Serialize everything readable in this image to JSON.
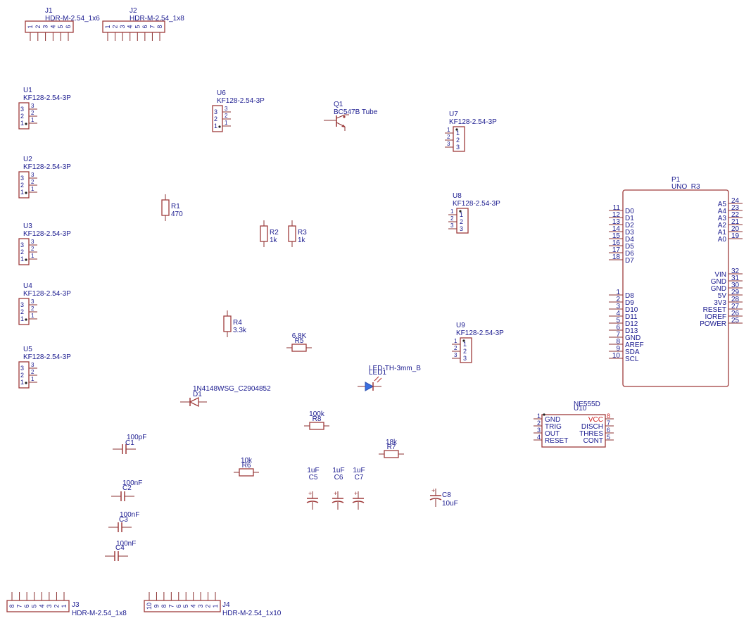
{
  "colors": {
    "body": "#9f3b3b",
    "pin": "#8b3030",
    "text": "#1b1b8f",
    "pin_number": "#a52a2a",
    "power_pin": "#cc2222",
    "led_fill": "#3a6fe0"
  },
  "headers": [
    {
      "ref": "J1",
      "value": "HDR-M-2.54_1x6",
      "pins": [
        "1",
        "2",
        "3",
        "4",
        "5",
        "6"
      ]
    },
    {
      "ref": "J2",
      "value": "HDR-M-2.54_1x8",
      "pins": [
        "1",
        "2",
        "3",
        "4",
        "5",
        "6",
        "7",
        "8"
      ]
    },
    {
      "ref": "J3",
      "value": "HDR-M-2.54_1x8",
      "pins": [
        "8",
        "7",
        "6",
        "5",
        "4",
        "3",
        "2",
        "1"
      ]
    },
    {
      "ref": "J4",
      "value": "HDR-M-2.54_1x10",
      "pins": [
        "10",
        "9",
        "8",
        "7",
        "6",
        "5",
        "4",
        "3",
        "2",
        "1"
      ]
    }
  ],
  "terminals": [
    {
      "ref": "U1",
      "value": "KF128-2.54-3P"
    },
    {
      "ref": "U2",
      "value": "KF128-2.54-3P"
    },
    {
      "ref": "U3",
      "value": "KF128-2.54-3P"
    },
    {
      "ref": "U4",
      "value": "KF128-2.54-3P"
    },
    {
      "ref": "U5",
      "value": "KF128-2.54-3P"
    },
    {
      "ref": "U6",
      "value": "KF128-2.54-3P"
    },
    {
      "ref": "U7",
      "value": "KF128-2.54-3P"
    },
    {
      "ref": "U8",
      "value": "KF128-2.54-3P"
    },
    {
      "ref": "U9",
      "value": "KF128-2.54-3P"
    }
  ],
  "terminal_pins": [
    "1",
    "2",
    "3"
  ],
  "resistors": [
    {
      "ref": "R1",
      "value": "470"
    },
    {
      "ref": "R2",
      "value": "1k"
    },
    {
      "ref": "R3",
      "value": "1k"
    },
    {
      "ref": "R4",
      "value": "3.3k"
    },
    {
      "ref": "R5",
      "value": "6.8K"
    },
    {
      "ref": "R6",
      "value": "10k"
    },
    {
      "ref": "R7",
      "value": "18k"
    },
    {
      "ref": "R8",
      "value": "100k"
    }
  ],
  "capacitors": [
    {
      "ref": "C1",
      "value": "100pF"
    },
    {
      "ref": "C2",
      "value": "100nF"
    },
    {
      "ref": "C3",
      "value": "100nF"
    },
    {
      "ref": "C4",
      "value": "100nF"
    },
    {
      "ref": "C5",
      "value": "1uF"
    },
    {
      "ref": "C6",
      "value": "1uF"
    },
    {
      "ref": "C7",
      "value": "1uF"
    },
    {
      "ref": "C8",
      "value": "10uF"
    }
  ],
  "transistor": {
    "ref": "Q1",
    "value": "BC547B Tube"
  },
  "diode": {
    "ref": "D1",
    "value": "1N4148WSG_C2904852"
  },
  "led": {
    "ref": "LED1",
    "value": "LED-TH-3mm_B"
  },
  "arduino": {
    "ref": "P1",
    "value": "UNO_R3",
    "left_top": [
      {
        "num": "11",
        "name": "D0"
      },
      {
        "num": "12",
        "name": "D1"
      },
      {
        "num": "13",
        "name": "D2"
      },
      {
        "num": "14",
        "name": "D3"
      },
      {
        "num": "15",
        "name": "D4"
      },
      {
        "num": "16",
        "name": "D5"
      },
      {
        "num": "17",
        "name": "D6"
      },
      {
        "num": "18",
        "name": "D7"
      }
    ],
    "left_bottom": [
      {
        "num": "1",
        "name": "D8"
      },
      {
        "num": "2",
        "name": "D9"
      },
      {
        "num": "3",
        "name": "D10"
      },
      {
        "num": "4",
        "name": "D11"
      },
      {
        "num": "5",
        "name": "D12"
      },
      {
        "num": "6",
        "name": "D13"
      },
      {
        "num": "7",
        "name": "GND"
      },
      {
        "num": "8",
        "name": "AREF"
      },
      {
        "num": "9",
        "name": "SDA"
      },
      {
        "num": "10",
        "name": "SCL"
      }
    ],
    "right_top": [
      {
        "num": "24",
        "name": "A5"
      },
      {
        "num": "23",
        "name": "A4"
      },
      {
        "num": "22",
        "name": "A3"
      },
      {
        "num": "21",
        "name": "A2"
      },
      {
        "num": "20",
        "name": "A1"
      },
      {
        "num": "19",
        "name": "A0"
      }
    ],
    "right_bottom": [
      {
        "num": "32",
        "name": "VIN"
      },
      {
        "num": "31",
        "name": "GND"
      },
      {
        "num": "30",
        "name": "GND"
      },
      {
        "num": "29",
        "name": "5V"
      },
      {
        "num": "28",
        "name": "3V3"
      },
      {
        "num": "27",
        "name": "RESET"
      },
      {
        "num": "26",
        "name": "IOREF"
      },
      {
        "num": "25",
        "name": "POWER"
      }
    ]
  },
  "timer": {
    "ref": "U10",
    "value": "NE555D",
    "left": [
      {
        "num": "1",
        "name": "GND"
      },
      {
        "num": "2",
        "name": "TRIG"
      },
      {
        "num": "3",
        "name": "OUT"
      },
      {
        "num": "4",
        "name": "RESET"
      }
    ],
    "right": [
      {
        "num": "8",
        "name": "VCC"
      },
      {
        "num": "7",
        "name": "DISCH"
      },
      {
        "num": "6",
        "name": "THRES"
      },
      {
        "num": "5",
        "name": "CONT"
      }
    ]
  }
}
